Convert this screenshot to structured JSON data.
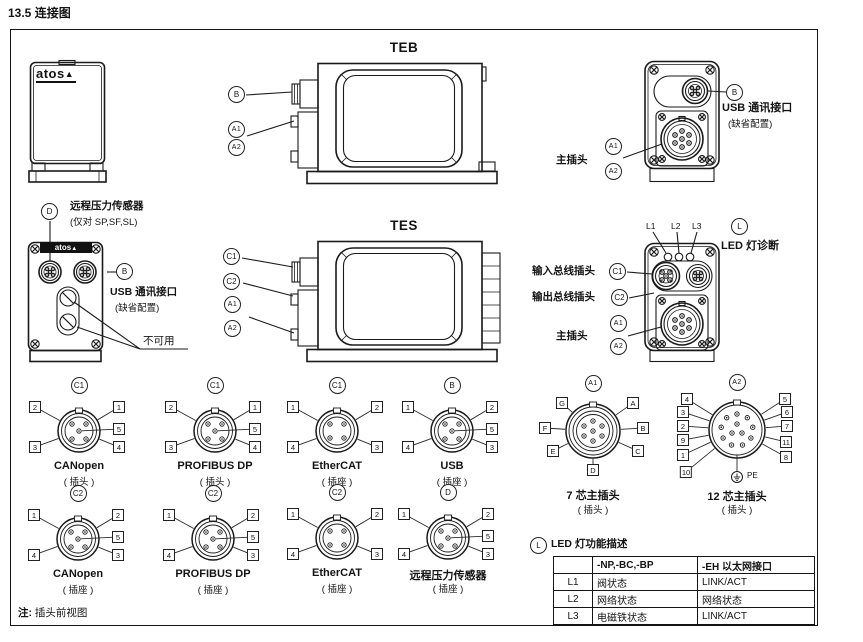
{
  "page_title": "13.5 连接图",
  "logo": {
    "text": "atos",
    "triangle": "▲"
  },
  "headings": {
    "teb": "TEB",
    "tes": "TES"
  },
  "callouts": {
    "b": "B",
    "a1": "A1",
    "a2": "A2",
    "c1": "C1",
    "c2": "C2",
    "d": "D",
    "l": "L"
  },
  "top_right": {
    "usb_label": "USB 通讯接口",
    "usb_sub": "(缺省配置)",
    "main_plug": "主插头"
  },
  "mid_left": {
    "sensor_label": "远程压力传感器",
    "sensor_sub": "(仅对 SP,SF,SL)",
    "usb_label": "USB 通讯接口",
    "usb_sub": "(缺省配置)",
    "unavailable": "不可用"
  },
  "mid_right": {
    "led_title": "LED 灯诊断",
    "led_labels": [
      "L1",
      "L2",
      "L3"
    ],
    "input_bus": "输入总线插头",
    "output_bus": "输出总线插头",
    "main_plug": "主插头"
  },
  "pinouts": [
    {
      "id": "C1",
      "name": "CANopen",
      "sub": "( 插头 )",
      "labels": {
        "tl": "2",
        "tr": "1",
        "mr": "5",
        "bl": "3",
        "br": "4"
      }
    },
    {
      "id": "C1",
      "name": "PROFIBUS DP",
      "sub": "( 插头 )",
      "labels": {
        "tl": "2",
        "tr": "1",
        "mr": "5",
        "bl": "3",
        "br": "4"
      }
    },
    {
      "id": "C1",
      "name": "EtherCAT",
      "sub": "( 插座 )",
      "labels": {
        "tl": "1",
        "tr": "2",
        "bl": "4",
        "br": "3"
      }
    },
    {
      "id": "B",
      "name": "USB",
      "sub": "( 插座 )",
      "labels": {
        "tl": "1",
        "tr": "2",
        "mr": "5",
        "bl": "4",
        "br": "3"
      }
    },
    {
      "id": "C2",
      "name": "CANopen",
      "sub": "( 插座 )",
      "labels": {
        "tl": "1",
        "tr": "2",
        "mr": "5",
        "bl": "4",
        "br": "3"
      }
    },
    {
      "id": "C2",
      "name": "PROFIBUS DP",
      "sub": "( 插座 )",
      "labels": {
        "tl": "1",
        "tr": "2",
        "mr": "5",
        "bl": "4",
        "br": "3"
      }
    },
    {
      "id": "C2",
      "name": "EtherCAT",
      "sub": "( 插座 )",
      "labels": {
        "tl": "1",
        "tr": "2",
        "bl": "4",
        "br": "3"
      }
    },
    {
      "id": "D",
      "name": "远程压力传感器",
      "sub": "( 插座 )",
      "labels": {
        "tl": "1",
        "tr": "2",
        "mr": "5",
        "bl": "4",
        "br": "3"
      }
    },
    {
      "id": "A1",
      "name": "7 芯主插头",
      "sub": "( 插头 )",
      "labels": {
        "g": "G",
        "a": "A",
        "f": "F",
        "b": "B",
        "e": "E",
        "c": "C",
        "d": "D"
      }
    },
    {
      "id": "A2",
      "name": "12 芯主插头",
      "sub": "( 插头 )",
      "labels": {
        "l0": "4",
        "l1": "3",
        "l2": "2",
        "l3": "9",
        "l4": "1",
        "l5": "10",
        "r0": "5",
        "r1": "6",
        "r2": "7",
        "r3": "11",
        "r4": "8",
        "pe": "PE"
      }
    }
  ],
  "led_table": {
    "title": "LED 灯功能描述",
    "columns": [
      "",
      "-NP,-BC,-BP",
      "-EH 以太网接口"
    ],
    "rows": [
      [
        "L1",
        "阀状态",
        "LINK/ACT"
      ],
      [
        "L2",
        "网络状态",
        "网络状态"
      ],
      [
        "L3",
        "电磁铁状态",
        "LINK/ACT"
      ]
    ]
  },
  "note": {
    "prefix": "注:",
    "text": "插头前视图"
  }
}
